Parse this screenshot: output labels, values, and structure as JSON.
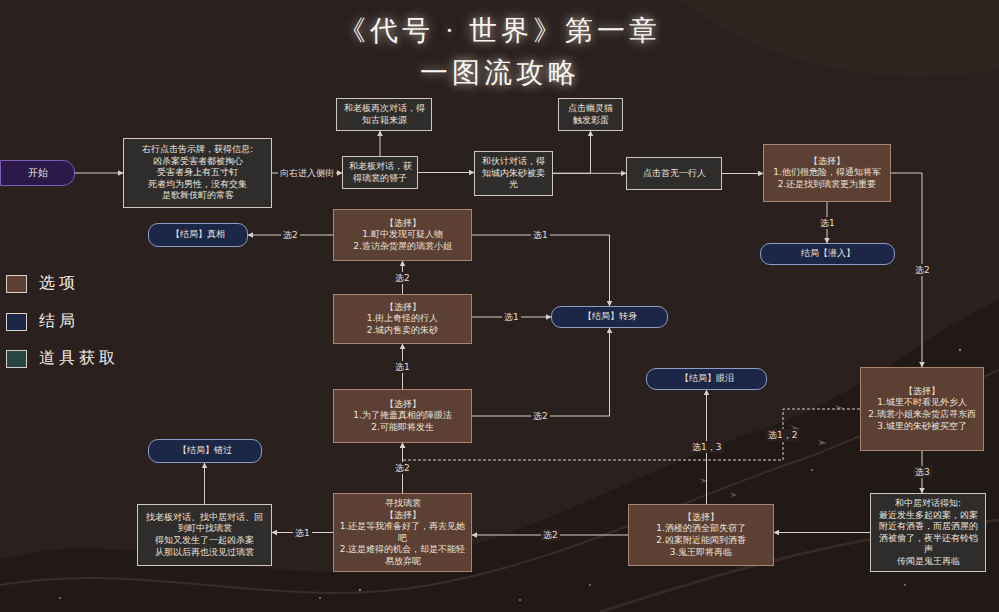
{
  "diagram": {
    "title": "《代号 · 世界》第一章",
    "nodes": [
      {
        "text": [
          "开始"
        ]
      },
      {
        "text": [
          "右行点击告示牌，获得信息: 凶杀案受害者都被掏心 受害者身上有五寸钉 死者均为男性，没有交集 是歌舞伎町的常客"
        ]
      },
      {
        "text": [
          "和老板对话，获得璃裳的簪子"
        ]
      },
      {
        "text": [
          "和老板再次对话，得知古籍来源"
        ]
      },
      {
        "text": [
          "和伙计对话，得知城内朱砂被卖光"
        ]
      },
      {
        "text": [
          "点击幽灵猫 触发彩蛋"
        ]
      },
      {
        "text": [
          "点击首无一行人"
        ]
      },
      {
        "text": [
          "【选择】",
          "1.他们很危险，得通知将军 2.还是找到璃裳更为重要"
        ]
      },
      {
        "text": [
          "结局【潜入】"
        ]
      },
      {
        "text": [
          "【选择】",
          "1.城里不时看见外乡人 2.璃裳小姐来杂货店寻东西 3.城里的朱砂被买空了"
        ]
      },
      {
        "text": [
          "和中居对话得知: 最近发生多起凶案，凶案附近有酒香，而居酒屋的酒被偷了，夜半还有铃铛声 传闻是鬼王再临"
        ]
      },
      {
        "text": [
          "【选择】",
          "1.酒楼的酒全部失窃了 2.凶案附近能闻到酒香 3.鬼王即将再临"
        ]
      },
      {
        "text": [
          "【结局】眼泪"
        ]
      },
      {
        "text": [
          "寻找璃裳",
          "【选择】",
          "1.还是等我准备好了，再去见她吧 2.这是难得的机会，却是不能轻易放弃呢"
        ]
      },
      {
        "text": [
          "找老板对话、找中居对话、回到町中找璃裳 得知又发生了一起凶杀案 从那以后再也没见过璃裳"
        ]
      },
      {
        "text": [
          "【结局】错过"
        ]
      },
      {
        "text": [
          "【选择】",
          "1.为了掩盖真相的障眼法 2.可能即将发生"
        ]
      },
      {
        "text": [
          "【结局】转身"
        ]
      },
      {
        "text": [
          "【选择】",
          "1.街上奇怪的行人 2.城内售卖的朱砂"
        ]
      },
      {
        "text": [
          "【选择】",
          "1.町中发现可疑人物 2.造访杂货屋的璃裳小姐"
        ]
      },
      {
        "text": [
          "【结局】真相"
        ]
      }
    ],
    "edges": [
      {
        "from": 0,
        "to": 1,
        "arrow": "to"
      },
      {
        "from": 1,
        "to": 2,
        "label": "向右进入侧街",
        "arrow": "to"
      },
      {
        "from": 2,
        "to": 3,
        "arrow": "to"
      },
      {
        "from": 2,
        "to": 4,
        "arrow": "to"
      },
      {
        "from": 4,
        "to": 5,
        "arrow": "to"
      },
      {
        "from": 4,
        "to": 6,
        "arrow": "to"
      },
      {
        "from": 6,
        "to": 7,
        "arrow": "to"
      },
      {
        "from": 7,
        "to": 8,
        "label": "选1",
        "arrow": "to"
      },
      {
        "from": 7,
        "to": 9,
        "label": "选2",
        "arrow": "to"
      },
      {
        "from": 9,
        "to": 10,
        "label": "选3",
        "arrow": "to"
      },
      {
        "from": 9,
        "to": 16,
        "label": "选1，2",
        "arrow": "to"
      },
      {
        "from": 10,
        "to": 11,
        "arrow": "to"
      },
      {
        "from": 11,
        "to": 12,
        "label": "选1，3",
        "arrow": "to"
      },
      {
        "from": 11,
        "to": 13,
        "label": "选2",
        "arrow": "to"
      },
      {
        "from": 13,
        "to": 14,
        "label": "选1",
        "arrow": "to"
      },
      {
        "from": 14,
        "to": 15,
        "arrow": "to"
      },
      {
        "from": 13,
        "to": 16,
        "label": "选2",
        "arrow": "to"
      },
      {
        "from": 16,
        "to": 18,
        "label": "选1",
        "arrow": "to"
      },
      {
        "from": 16,
        "to": 17,
        "label": "选2",
        "arrow": "to"
      },
      {
        "from": 18,
        "to": 17,
        "label": "选1",
        "arrow": "to"
      },
      {
        "from": 18,
        "to": 19,
        "label": "选2",
        "arrow": "to"
      },
      {
        "from": 19,
        "to": 17,
        "label": "选1",
        "arrow": "to"
      },
      {
        "from": 19,
        "to": 20,
        "label": "选2",
        "arrow": "to"
      }
    ],
    "labels": [
      "一图流攻略"
    ],
    "legend": [
      {
        "text": "选 项",
        "color": "#5b4033"
      },
      {
        "text": "结 局",
        "color": "#1c2646"
      },
      {
        "text": "道 具 获 取",
        "color": "#26463f"
      }
    ]
  }
}
